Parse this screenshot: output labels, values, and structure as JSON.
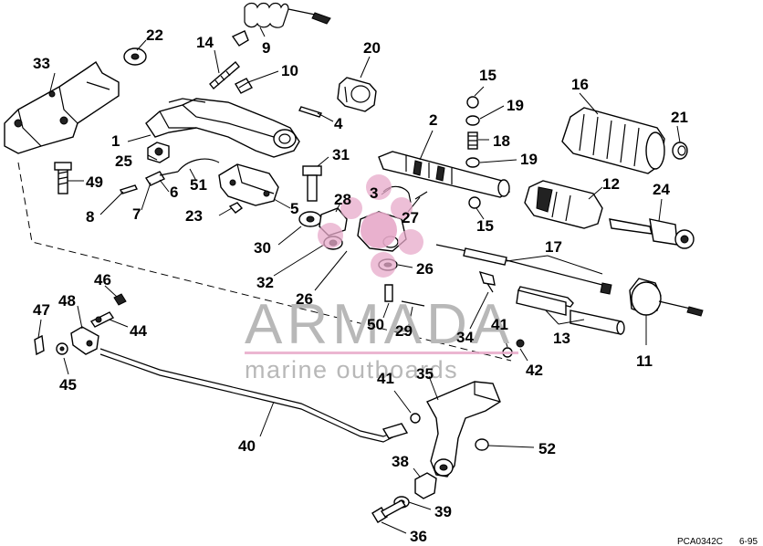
{
  "callouts": {
    "c1": "1",
    "c2": "2",
    "c3": "3",
    "c4": "4",
    "c5": "5",
    "c6": "6",
    "c7": "7",
    "c8": "8",
    "c9": "9",
    "c10": "10",
    "c11": "11",
    "c12": "12",
    "c13": "13",
    "c14": "14",
    "c15a": "15",
    "c15b": "15",
    "c16": "16",
    "c17": "17",
    "c18": "18",
    "c19a": "19",
    "c19b": "19",
    "c20": "20",
    "c21": "21",
    "c22": "22",
    "c23": "23",
    "c24": "24",
    "c25": "25",
    "c26a": "26",
    "c26b": "26",
    "c27": "27",
    "c28": "28",
    "c29": "29",
    "c30": "30",
    "c31": "31",
    "c32": "32",
    "c33": "33",
    "c34": "34",
    "c35": "35",
    "c36": "36",
    "c38": "38",
    "c39": "39",
    "c40": "40",
    "c41a": "41",
    "c41b": "41",
    "c42": "42",
    "c44": "44",
    "c45": "45",
    "c46": "46",
    "c47": "47",
    "c48": "48",
    "c49": "49",
    "c50": "50",
    "c51": "51",
    "c52": "52"
  },
  "watermark": {
    "brand": "ARMADA",
    "tagline": "marine outboards"
  },
  "footer": {
    "code": "PCA0342C",
    "date": "6-95"
  },
  "colors": {
    "watermark_pink": "#e7a9c9",
    "watermark_gray": "#b8b8b8",
    "line": "#000000"
  }
}
